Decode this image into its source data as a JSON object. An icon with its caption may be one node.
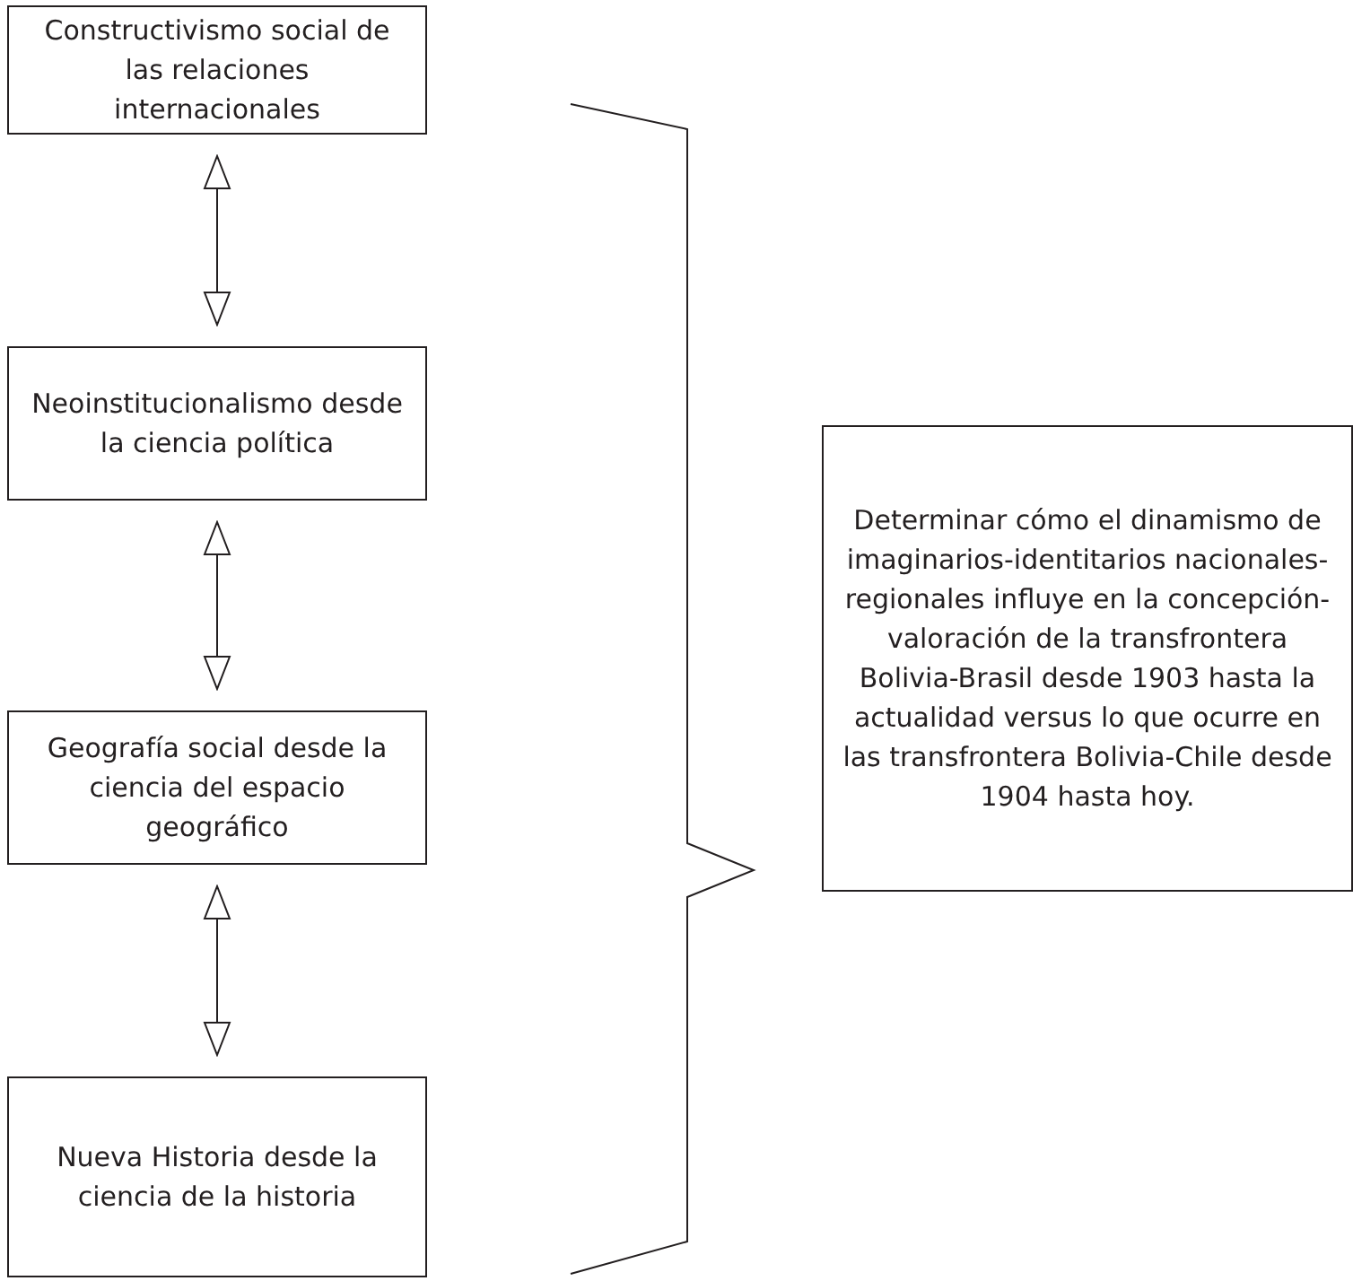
{
  "diagram": {
    "nodes": [
      {
        "text": [
          "Constructivismo social de las relaciones internacionales"
        ]
      },
      {
        "text": [
          "Neoinstitucionalismo desde la ciencia política"
        ]
      },
      {
        "text": [
          "Geografía social desde la ciencia del espacio geográfico"
        ]
      },
      {
        "text": [
          "Nueva Historia desde la ciencia de la historia"
        ]
      },
      {
        "text": [
          "Determinar cómo el dinamismo de imaginarios-identitarios nacionales-regionales influye en la concepción-valoración de la transfrontera Bolivia-Brasil desde 1903 hasta la actualidad versus lo que ocurre en las transfrontera Bolivia-Chile desde 1904 hasta hoy."
        ]
      }
    ],
    "edges": [
      {
        "from": 0,
        "to": 1,
        "arrow": "both"
      },
      {
        "from": 1,
        "to": 2,
        "arrow": "both"
      },
      {
        "from": 2,
        "to": 3,
        "arrow": "both"
      }
    ]
  }
}
